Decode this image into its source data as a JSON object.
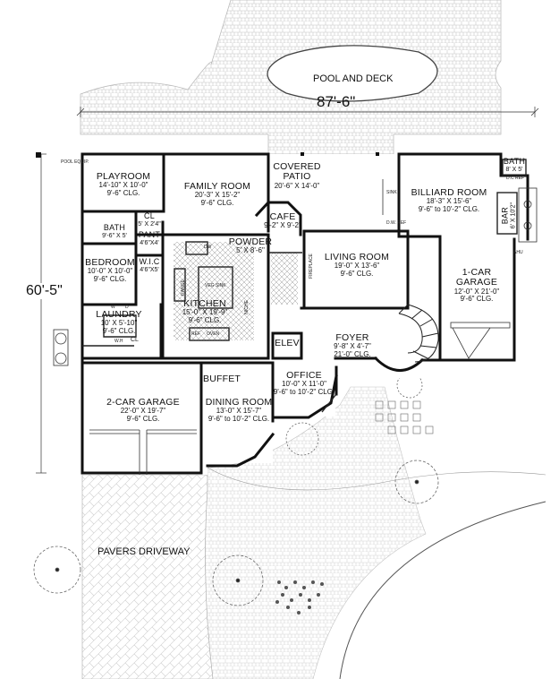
{
  "dimensions": {
    "width_overall": "87'-6\"",
    "depth_overall": "60'-5\""
  },
  "outdoor": {
    "pool": "POOL AND DECK",
    "driveway": "PAVERS DRIVEWAY",
    "pool_equip": "POOL EQUIP."
  },
  "rooms": {
    "playroom": {
      "name": "PLAYROOM",
      "size": "14'-10\" X 10'-0\"",
      "clg": "9'-6\" CLG."
    },
    "family": {
      "name": "FAMILY ROOM",
      "size": "20'-3\" X 15'-2\"",
      "clg": "9'-6\" CLG."
    },
    "patio": {
      "name1": "COVERED",
      "name2": "PATIO",
      "size": "20'-6\" X 14'-0\""
    },
    "billiard": {
      "name": "BILLIARD ROOM",
      "size": "18'-3\" X 15'-6\"",
      "clg": "9'-6\" to 10'-2\" CLG."
    },
    "bath_r": {
      "name": "BATH",
      "size": "8' X 5'"
    },
    "bar": {
      "name": "BAR",
      "size": "6' X 10'2\""
    },
    "cafe": {
      "name": "CAFE",
      "size": "9'-2\" X 9'-2\""
    },
    "bath_l": {
      "name": "BATH",
      "size": "9'-6\" X 5'"
    },
    "cl": {
      "name": "CL",
      "size": "5' X 2'4\""
    },
    "pant": {
      "name": "PANT",
      "size": "4'6\"X4'"
    },
    "powder": {
      "name": "POWDER",
      "size": "5' X 8'-6\""
    },
    "bedroom": {
      "name": "BEDROOM",
      "size": "10'-0\" X 10'-0\"",
      "clg": "9'-6\" CLG."
    },
    "wic": {
      "name": "W.I.C",
      "size": "4'6\"X5'"
    },
    "kitchen": {
      "name": "KITCHEN",
      "size": "15'-0\" X 19'-9\"",
      "clg": "9'-6\" CLG."
    },
    "living": {
      "name": "LIVING ROOM",
      "size": "19'-0\" X 13'-6\"",
      "clg": "9'-6\" CLG."
    },
    "garage1": {
      "name": "1-CAR",
      "name2": "GARAGE",
      "size": "12'-0\" X 21'-0\"",
      "clg": "9'-6\" CLG."
    },
    "laundry": {
      "name": "LAUNDRY",
      "size": "10' X 5'-10\"",
      "clg": "9'-6\" CLG."
    },
    "elev": {
      "name": "ELEV"
    },
    "foyer": {
      "name": "FOYER",
      "size": "9'-8\" X 4'-7\"",
      "clg": "21'-0\" CLG."
    },
    "buffet": {
      "name": "BUFFET"
    },
    "office": {
      "name": "OFFICE",
      "size": "10'-0\" X 11'-0\"",
      "clg": "9'-6\" to 10'-2\" CLG."
    },
    "garage2": {
      "name": "2-CAR GARAGE",
      "size": "22'-0\" X 19'-7\"",
      "clg": "9'-6\" CLG."
    },
    "dining": {
      "name": "DINING ROOM",
      "size": "13'-0\" X 15'-7\"",
      "clg": "9'-6\" to 10'-2\" CLG."
    }
  },
  "fixtures": {
    "dw": "DW",
    "veg_sink": "VEG SINK",
    "range": "RANGE",
    "ref": "REF",
    "oven": "OVEN",
    "niche": "NICHE",
    "fireplace": "FIREPLACE",
    "sink": "SINK",
    "dw_ref": "D.W. REF",
    "w": "W",
    "d": "D",
    "wh": "W.H",
    "cl": "CL",
    "ahu": "AHU",
    "dc_ref": "D.C REF"
  }
}
